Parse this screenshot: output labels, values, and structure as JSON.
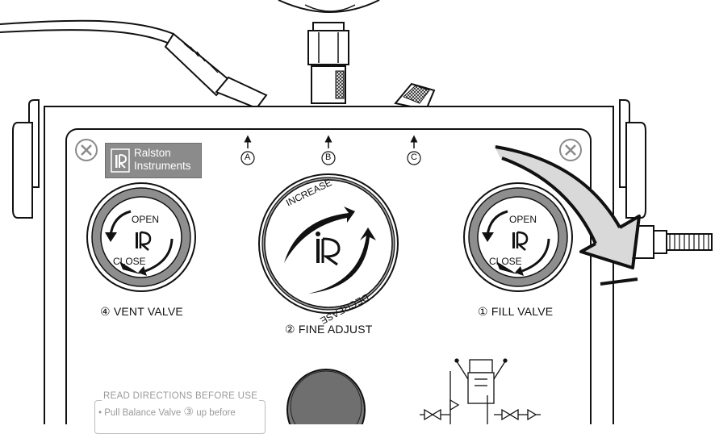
{
  "brand": {
    "line1": "Ralston",
    "line2": "Instruments",
    "mark": "R"
  },
  "ports": [
    "A",
    "B",
    "C"
  ],
  "valves": {
    "vent": {
      "number": "④",
      "label": "VENT VALVE",
      "open": "OPEN",
      "close": "CLOSE"
    },
    "fine_adjust": {
      "number": "②",
      "label": "FINE ADJUST",
      "increase": "INCREASE",
      "decrease": "DECREASE"
    },
    "fill": {
      "number": "①",
      "label": "FILL VALVE",
      "open": "OPEN",
      "close": "CLOSE"
    }
  },
  "directions": {
    "title": "READ DIRECTIONS BEFORE USE",
    "line1_before": "• Pull Balance Valve ",
    "line1_number": "③",
    "line1_after": " up before"
  },
  "icons": [
    "close-x-icon",
    "rotate-arrow-icon",
    "curved-arrow-icon",
    "ralston-logo-icon"
  ],
  "colors": {
    "ring": "#8e8e8e",
    "logo_bg": "#8b8b8b",
    "arrow_fill": "#111111",
    "big_arrow": "#d9d9d9"
  }
}
